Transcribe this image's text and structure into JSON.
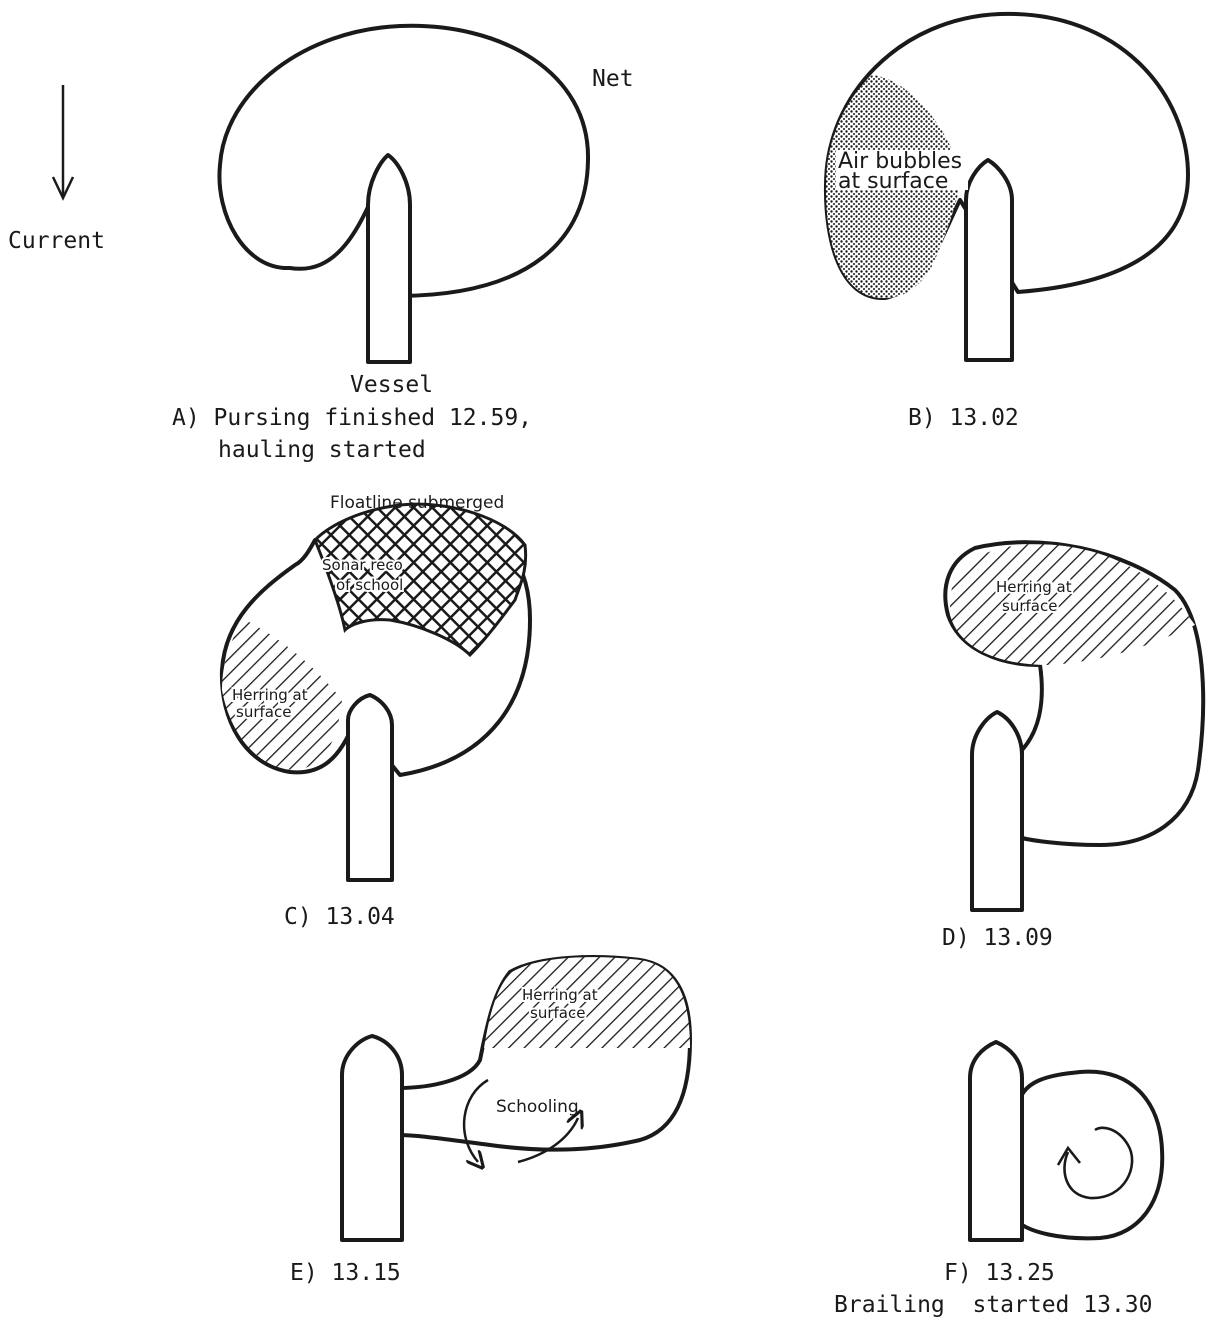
{
  "legend": {
    "current_label": "Current",
    "arrow_icon": "down-arrow-icon"
  },
  "panels": {
    "a": {
      "net_label": "Net",
      "vessel_label": "Vessel",
      "caption_line1": "A) Pursing finished 12.59,",
      "caption_line2": "hauling started"
    },
    "b": {
      "region_label_line1": "Air bubbles",
      "region_label_line2": "at surface",
      "caption": "B) 13.02"
    },
    "c": {
      "top_label": "Floatline submerged",
      "sonar_label_line1": "Sonar reco",
      "sonar_label_line2": "of school",
      "herring_label_line1": "Herring at",
      "herring_label_line2": "surface",
      "caption": "C) 13.04"
    },
    "d": {
      "herring_label_line1": "Herring at",
      "herring_label_line2": "surface",
      "caption": "D) 13.09"
    },
    "e": {
      "herring_label_line1": "Herring at",
      "herring_label_line2": "surface",
      "schooling_label": "Schooling",
      "caption": "E) 13.15"
    },
    "f": {
      "caption_line1": "F) 13.25",
      "caption_line2": "Brailing  started 13.30"
    }
  },
  "colors": {
    "ink": "#1a1a1a",
    "paper": "#ffffff"
  }
}
